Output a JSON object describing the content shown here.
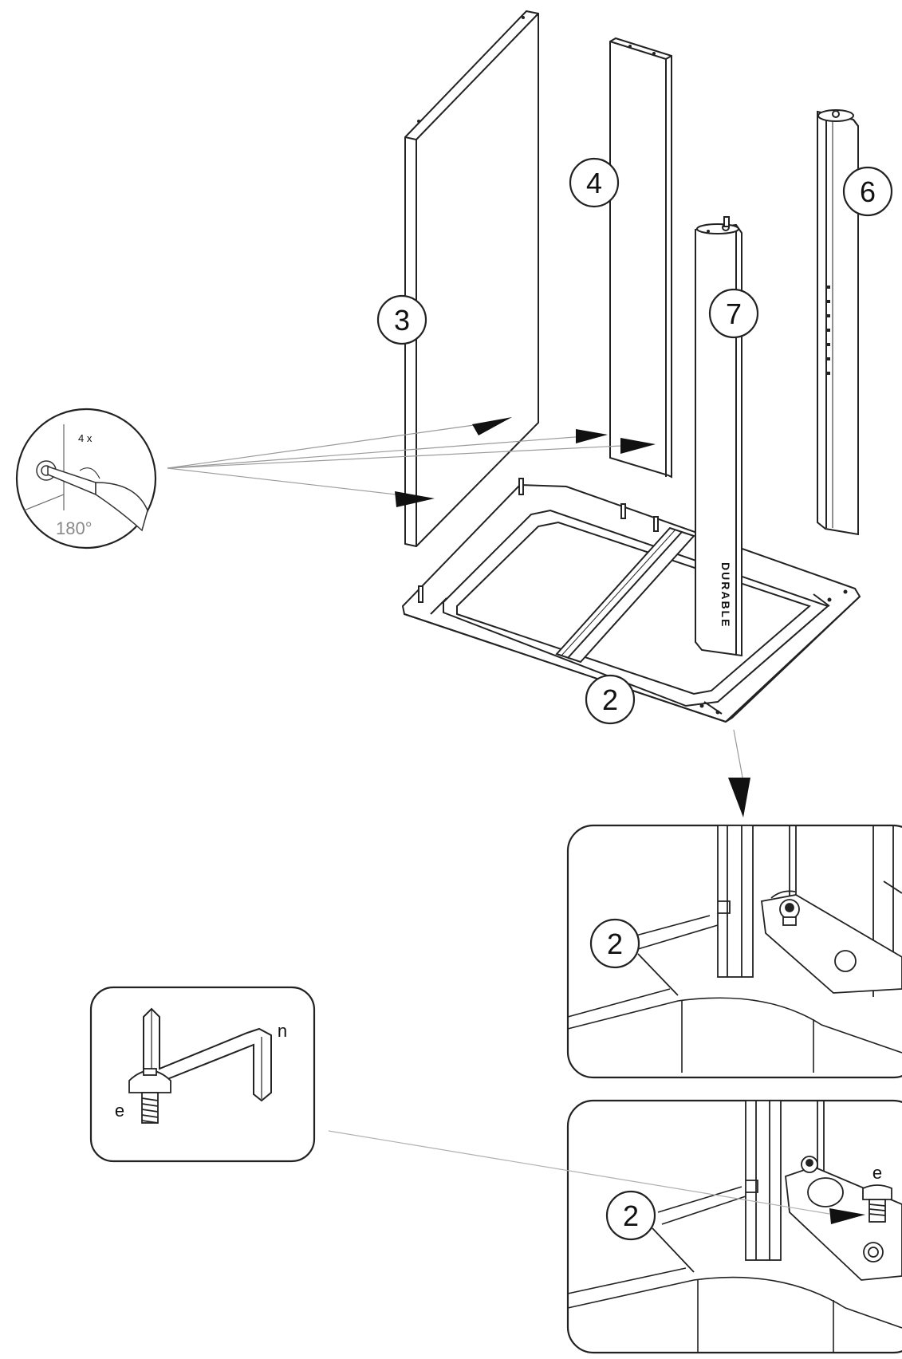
{
  "part_labels": {
    "panel_left": "3",
    "panel_middle": "4",
    "rail_right": "6",
    "post_center": "7",
    "base_frame": "2"
  },
  "post_branding": "DURABLE",
  "screw_detail": {
    "count_text": "4 x",
    "angle_text": "180°"
  },
  "detail_views": {
    "view1_label": "2",
    "view2_label": "2",
    "view2_screw_label": "e"
  },
  "tool_box": {
    "wrench_label": "n",
    "screw_label": "e"
  },
  "colors": {
    "line": "#222222",
    "light_line": "#9a9a9a",
    "fill": "#ffffff"
  }
}
